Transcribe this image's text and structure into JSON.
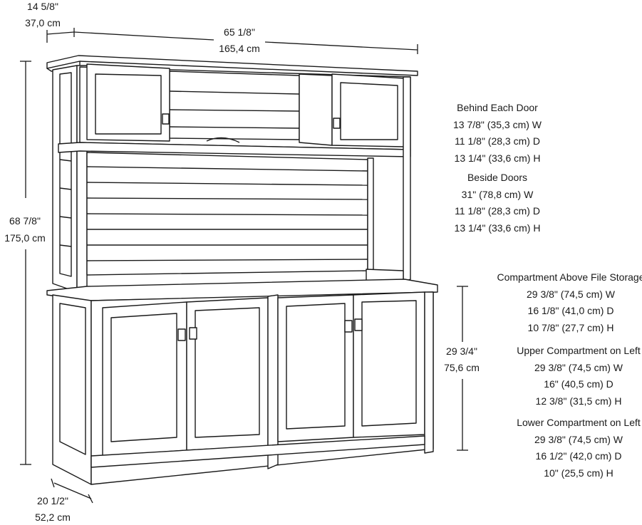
{
  "dimensions": {
    "depth_top": {
      "inches": "14 5/8\"",
      "cm": "37,0 cm"
    },
    "width": {
      "inches": "65 1/8\"",
      "cm": "165,4 cm"
    },
    "height": {
      "inches": "68 7/8\"",
      "cm": "175,0 cm"
    },
    "depth_base": {
      "inches": "20 1/2\"",
      "cm": "52,2 cm"
    },
    "base_height": {
      "inches": "29 3/4\"",
      "cm": "75,6 cm"
    }
  },
  "hutch_specs": [
    {
      "heading": "Behind Each Door",
      "rows": [
        "13 7/8\" (35,3 cm) W",
        "11 1/8\" (28,3 cm) D",
        "13 1/4\" (33,6 cm) H"
      ]
    },
    {
      "heading": "Beside Doors",
      "rows": [
        "31\" (78,8 cm) W",
        "11 1/8\" (28,3 cm) D",
        "13 1/4\" (33,6 cm) H"
      ]
    }
  ],
  "base_specs": [
    {
      "heading": "Compartment Above File Storage",
      "rows": [
        "29 3/8\" (74,5 cm) W",
        "16 1/8\" (41,0 cm) D",
        "10 7/8\" (27,7 cm) H"
      ]
    },
    {
      "heading": "Upper Compartment on Left",
      "rows": [
        "29 3/8\" (74,5 cm) W",
        "16\" (40,5 cm) D",
        "12 3/8\" (31,5 cm) H"
      ]
    },
    {
      "heading": "Lower Compartment on Left",
      "rows": [
        "29 3/8\" (74,5 cm) W",
        "16 1/2\" (42,0 cm) D",
        "10\" (25,5 cm) H"
      ]
    }
  ]
}
